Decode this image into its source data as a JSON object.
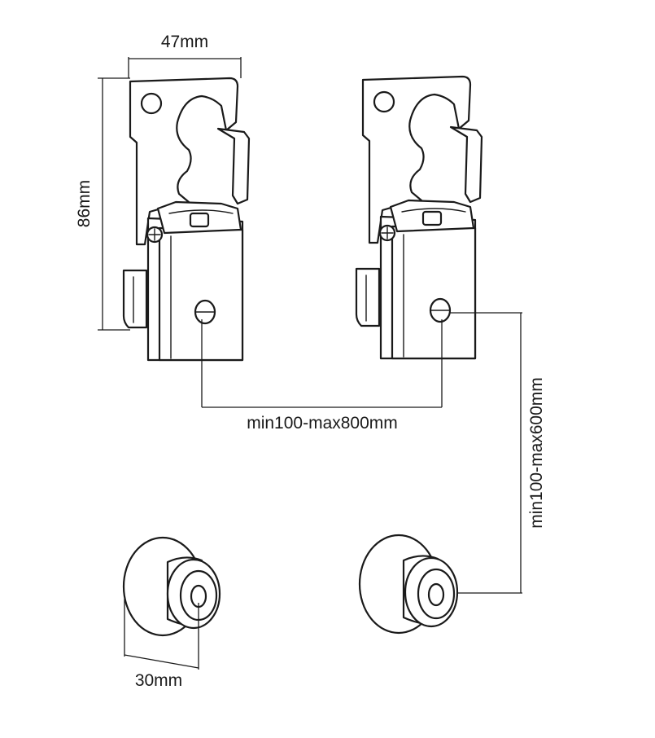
{
  "dimensions": {
    "bracket_width": "47mm",
    "bracket_height": "86mm",
    "horizontal_spacing": "min100-max800mm",
    "vertical_spacing": "min100-max600mm",
    "spacer_diameter": "30mm"
  }
}
